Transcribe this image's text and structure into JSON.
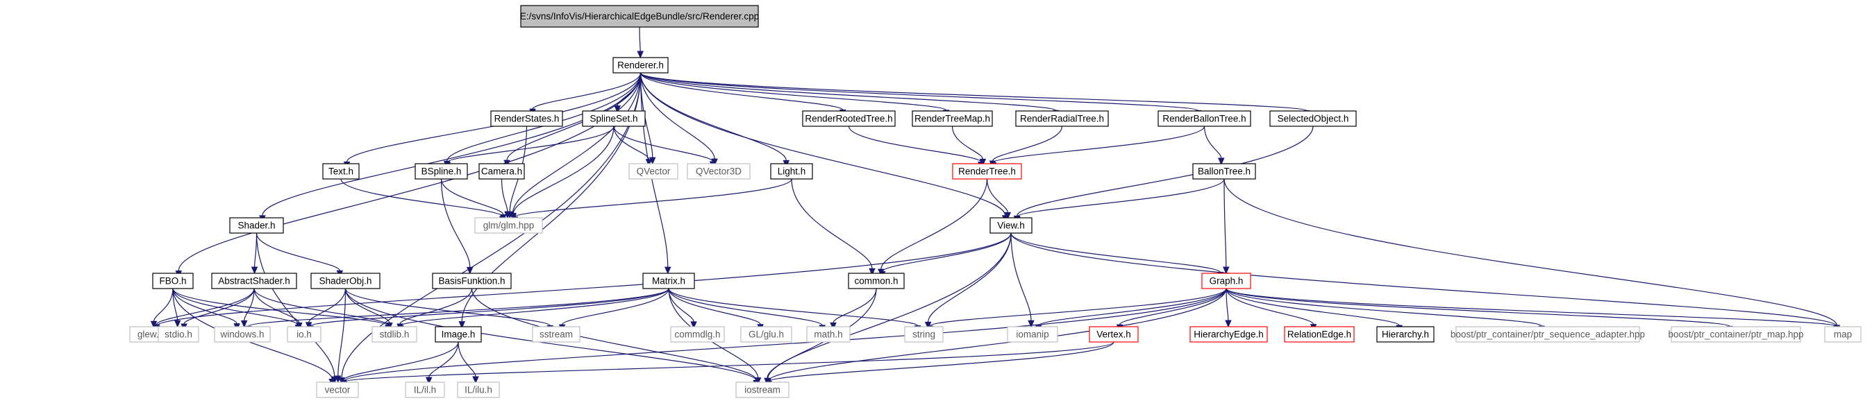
{
  "graph": {
    "nodes": [
      {
        "id": "root",
        "label": "E:/svns/InfoVis/HierarchicalEdgeBundle/src/Renderer.cpp",
        "style": "root"
      },
      {
        "id": "renderer_h",
        "label": "Renderer.h",
        "style": "normal"
      },
      {
        "id": "renderstates_h",
        "label": "RenderStates.h",
        "style": "normal"
      },
      {
        "id": "splineset_h",
        "label": "SplineSet.h",
        "style": "normal"
      },
      {
        "id": "renderrootedtree_h",
        "label": "RenderRootedTree.h",
        "style": "normal"
      },
      {
        "id": "rendertreemap_h",
        "label": "RenderTreeMap.h",
        "style": "normal"
      },
      {
        "id": "renderradialtree_h",
        "label": "RenderRadialTree.h",
        "style": "normal"
      },
      {
        "id": "renderballontree_h",
        "label": "RenderBallonTree.h",
        "style": "normal"
      },
      {
        "id": "selectedobject_h",
        "label": "SelectedObject.h",
        "style": "normal"
      },
      {
        "id": "text_h",
        "label": "Text.h",
        "style": "normal"
      },
      {
        "id": "bspline_h",
        "label": "BSpline.h",
        "style": "normal"
      },
      {
        "id": "camera_h",
        "label": "Camera.h",
        "style": "normal"
      },
      {
        "id": "qvector",
        "label": "QVector",
        "style": "external"
      },
      {
        "id": "qvector3d",
        "label": "QVector3D",
        "style": "external"
      },
      {
        "id": "light_h",
        "label": "Light.h",
        "style": "normal"
      },
      {
        "id": "rendertree_h",
        "label": "RenderTree.h",
        "style": "red"
      },
      {
        "id": "ballontree_h",
        "label": "BallonTree.h",
        "style": "normal"
      },
      {
        "id": "shader_h",
        "label": "Shader.h",
        "style": "normal"
      },
      {
        "id": "glm_hpp",
        "label": "glm/glm.hpp",
        "style": "external"
      },
      {
        "id": "view_h",
        "label": "View.h",
        "style": "normal"
      },
      {
        "id": "fbo_h",
        "label": "FBO.h",
        "style": "normal"
      },
      {
        "id": "abstractshader_h",
        "label": "AbstractShader.h",
        "style": "normal"
      },
      {
        "id": "shaderobj_h",
        "label": "ShaderObj.h",
        "style": "normal"
      },
      {
        "id": "basisfunktion_h",
        "label": "BasisFunktion.h",
        "style": "normal"
      },
      {
        "id": "matrix_h",
        "label": "Matrix.h",
        "style": "normal"
      },
      {
        "id": "common_h",
        "label": "common.h",
        "style": "normal"
      },
      {
        "id": "graph_h",
        "label": "Graph.h",
        "style": "red"
      },
      {
        "id": "glew_h",
        "label": "glew.h",
        "style": "external"
      },
      {
        "id": "stdio_h",
        "label": "stdio.h",
        "style": "external"
      },
      {
        "id": "windows_h",
        "label": "windows.h",
        "style": "external"
      },
      {
        "id": "io_h",
        "label": "io.h",
        "style": "external"
      },
      {
        "id": "stdlib_h",
        "label": "stdlib.h",
        "style": "external"
      },
      {
        "id": "image_h",
        "label": "Image.h",
        "style": "normal"
      },
      {
        "id": "sstream",
        "label": "sstream",
        "style": "external"
      },
      {
        "id": "commdlg_h",
        "label": "commdlg.h",
        "style": "external"
      },
      {
        "id": "gl_glu_h",
        "label": "GL/glu.h",
        "style": "external"
      },
      {
        "id": "math_h",
        "label": "math.h",
        "style": "external"
      },
      {
        "id": "string",
        "label": "string",
        "style": "external"
      },
      {
        "id": "iomanip",
        "label": "iomanip",
        "style": "external"
      },
      {
        "id": "vertex_h",
        "label": "Vertex.h",
        "style": "red"
      },
      {
        "id": "hierarchyedge_h",
        "label": "HierarchyEdge.h",
        "style": "red"
      },
      {
        "id": "relationedge_h",
        "label": "RelationEdge.h",
        "style": "red"
      },
      {
        "id": "hierarchy_h",
        "label": "Hierarchy.h",
        "style": "normal"
      },
      {
        "id": "ptr_seq",
        "label": "boost/ptr_container/ptr_sequence_adapter.hpp",
        "style": "external"
      },
      {
        "id": "ptr_map",
        "label": "boost/ptr_container/ptr_map.hpp",
        "style": "external"
      },
      {
        "id": "map",
        "label": "map",
        "style": "external"
      },
      {
        "id": "vector",
        "label": "vector",
        "style": "external"
      },
      {
        "id": "il_h",
        "label": "IL/il.h",
        "style": "external"
      },
      {
        "id": "ilu_h",
        "label": "IL/ilu.h",
        "style": "external"
      },
      {
        "id": "iostream",
        "label": "iostream",
        "style": "external"
      }
    ],
    "edges": [
      [
        "root",
        "renderer_h"
      ],
      [
        "renderer_h",
        "renderstates_h"
      ],
      [
        "renderer_h",
        "splineset_h"
      ],
      [
        "renderer_h",
        "renderrootedtree_h"
      ],
      [
        "renderer_h",
        "rendertreemap_h"
      ],
      [
        "renderer_h",
        "renderradialtree_h"
      ],
      [
        "renderer_h",
        "renderballontree_h"
      ],
      [
        "renderer_h",
        "selectedobject_h"
      ],
      [
        "renderer_h",
        "text_h"
      ],
      [
        "renderer_h",
        "bspline_h"
      ],
      [
        "renderer_h",
        "camera_h"
      ],
      [
        "renderer_h",
        "qvector"
      ],
      [
        "renderer_h",
        "qvector3d"
      ],
      [
        "renderer_h",
        "light_h"
      ],
      [
        "renderer_h",
        "shader_h"
      ],
      [
        "renderer_h",
        "glm_hpp"
      ],
      [
        "renderer_h",
        "view_h"
      ],
      [
        "renderer_h",
        "fbo_h"
      ],
      [
        "renderer_h",
        "matrix_h"
      ],
      [
        "renderer_h",
        "image_h"
      ],
      [
        "renderer_h",
        "vector"
      ],
      [
        "renderstates_h",
        "glm_hpp"
      ],
      [
        "splineset_h",
        "bspline_h"
      ],
      [
        "splineset_h",
        "qvector"
      ],
      [
        "splineset_h",
        "qvector3d"
      ],
      [
        "splineset_h",
        "glm_hpp"
      ],
      [
        "renderrootedtree_h",
        "rendertree_h"
      ],
      [
        "rendertreemap_h",
        "rendertree_h"
      ],
      [
        "renderradialtree_h",
        "rendertree_h"
      ],
      [
        "renderballontree_h",
        "rendertree_h"
      ],
      [
        "renderballontree_h",
        "ballontree_h"
      ],
      [
        "selectedobject_h",
        "view_h"
      ],
      [
        "text_h",
        "glm_hpp"
      ],
      [
        "bspline_h",
        "glm_hpp"
      ],
      [
        "bspline_h",
        "basisfunktion_h"
      ],
      [
        "camera_h",
        "glm_hpp"
      ],
      [
        "light_h",
        "glm_hpp"
      ],
      [
        "light_h",
        "common_h"
      ],
      [
        "rendertree_h",
        "view_h"
      ],
      [
        "rendertree_h",
        "common_h"
      ],
      [
        "ballontree_h",
        "view_h"
      ],
      [
        "ballontree_h",
        "graph_h"
      ],
      [
        "ballontree_h",
        "map"
      ],
      [
        "shader_h",
        "abstractshader_h"
      ],
      [
        "shader_h",
        "shaderobj_h"
      ],
      [
        "shader_h",
        "vector"
      ],
      [
        "view_h",
        "glew_h"
      ],
      [
        "view_h",
        "common_h"
      ],
      [
        "view_h",
        "graph_h"
      ],
      [
        "view_h",
        "string"
      ],
      [
        "view_h",
        "iomanip"
      ],
      [
        "view_h",
        "iostream"
      ],
      [
        "view_h",
        "map"
      ],
      [
        "fbo_h",
        "glew_h"
      ],
      [
        "fbo_h",
        "stdio_h"
      ],
      [
        "fbo_h",
        "windows_h"
      ],
      [
        "fbo_h",
        "io_h"
      ],
      [
        "fbo_h",
        "stdlib_h"
      ],
      [
        "fbo_h",
        "vector"
      ],
      [
        "abstractshader_h",
        "glew_h"
      ],
      [
        "abstractshader_h",
        "stdio_h"
      ],
      [
        "abstractshader_h",
        "windows_h"
      ],
      [
        "abstractshader_h",
        "io_h"
      ],
      [
        "abstractshader_h",
        "stdlib_h"
      ],
      [
        "shaderobj_h",
        "io_h"
      ],
      [
        "shaderobj_h",
        "stdlib_h"
      ],
      [
        "shaderobj_h",
        "sstream"
      ],
      [
        "shaderobj_h",
        "iostream"
      ],
      [
        "shaderobj_h",
        "vector"
      ],
      [
        "basisfunktion_h",
        "stdlib_h"
      ],
      [
        "basisfunktion_h",
        "iostream"
      ],
      [
        "matrix_h",
        "windows_h"
      ],
      [
        "matrix_h",
        "io_h"
      ],
      [
        "matrix_h",
        "stdlib_h"
      ],
      [
        "matrix_h",
        "sstream"
      ],
      [
        "matrix_h",
        "commdlg_h"
      ],
      [
        "matrix_h",
        "gl_glu_h"
      ],
      [
        "matrix_h",
        "math_h"
      ],
      [
        "matrix_h",
        "string"
      ],
      [
        "matrix_h",
        "iostream"
      ],
      [
        "common_h",
        "math_h"
      ],
      [
        "common_h",
        "iostream"
      ],
      [
        "graph_h",
        "string"
      ],
      [
        "graph_h",
        "iomanip"
      ],
      [
        "graph_h",
        "vertex_h"
      ],
      [
        "graph_h",
        "hierarchyedge_h"
      ],
      [
        "graph_h",
        "relationedge_h"
      ],
      [
        "graph_h",
        "hierarchy_h"
      ],
      [
        "graph_h",
        "ptr_seq"
      ],
      [
        "graph_h",
        "ptr_map"
      ],
      [
        "graph_h",
        "map"
      ],
      [
        "graph_h",
        "vector"
      ],
      [
        "graph_h",
        "iostream"
      ],
      [
        "image_h",
        "vector"
      ],
      [
        "image_h",
        "il_h"
      ],
      [
        "image_h",
        "ilu_h"
      ],
      [
        "vertex_h",
        "vector"
      ],
      [
        "vertex_h",
        "iostream"
      ]
    ]
  },
  "colors": {
    "edge": "#191970",
    "normal_border": "#000000",
    "red_border": "#ff0000",
    "external_border": "#bfbfbf",
    "root_fill": "#bfbfbf",
    "text_normal": "#000000",
    "text_external": "#5a5a5a"
  }
}
